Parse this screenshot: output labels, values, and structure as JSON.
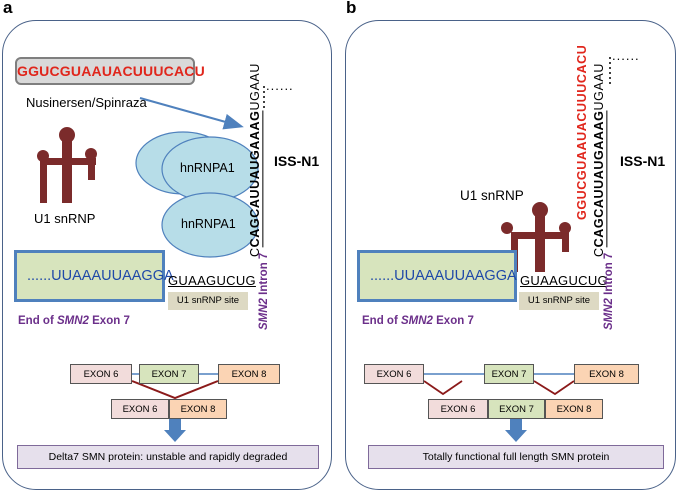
{
  "panels": {
    "a": {
      "letter": "a",
      "aso_sequence": "GGUCGUAAUACUUUCACU",
      "drug_name": "Nusinersen/Spinraza",
      "protein_label": "hnRNPA1",
      "u1_label": "U1 snRNP",
      "iss_label": "ISS-N1",
      "exon_seq": "......UUAAAUUAAGGA",
      "splice_site_seq": "GUAAGUCUG",
      "u1_site": "U1 snRNP site",
      "end_exon_prefix": "End of",
      "end_exon_gene": "SMN2",
      "end_exon_suffix": "Exon 7",
      "intron_gene": "SMN2",
      "intron_label": "Intron 7",
      "intron_seq_plain1": "C",
      "intron_seq_underlined": "CAGCAUUAUGAAAG",
      "intron_seq_plain2": "UGAAU",
      "dots": "......",
      "exons": [
        "EXON 6",
        "EXON 7",
        "EXON 8"
      ],
      "mrna": [
        "EXON 6",
        "EXON 8"
      ],
      "result": "Delta7  SMN protein: unstable and rapidly  degraded"
    },
    "b": {
      "letter": "b",
      "u1_label": "U1 snRNP",
      "iss_label": "ISS-N1",
      "aso_bound": "GGUCGUAAUACUUUCACU",
      "exon_seq": "......UUAAAUUAAGGA",
      "splice_site_seq": "GUAAGUCUG",
      "u1_site": "U1 snRNP site",
      "end_exon_prefix": "End of",
      "end_exon_gene": "SMN2",
      "end_exon_suffix": "Exon 7",
      "intron_gene": "SMN2",
      "intron_label": "Intron 7",
      "intron_seq_plain1": "C",
      "intron_seq_underlined": "CAGCAUUAUGAAAG",
      "intron_seq_plain2": "UGAAU",
      "dots": "......",
      "exons": [
        "EXON 6",
        "EXON 7",
        "EXON 8"
      ],
      "mrna": [
        "EXON 6",
        "EXON 7",
        "EXON 8"
      ],
      "result": "Totally functional full length SMN protein"
    }
  },
  "colors": {
    "panel_border": "#4a6289",
    "aso_red": "#e0261c",
    "exon_fill": "#d7e4bd",
    "exon_border": "#4f81bd",
    "protein_fill": "#b7dde8",
    "u1_brown": "#7b2b2b",
    "purple": "#6b2f8a",
    "result_fill": "#e6e0ec",
    "arrow_blue": "#4f81bd",
    "skip_line": "#8b1a1a"
  }
}
